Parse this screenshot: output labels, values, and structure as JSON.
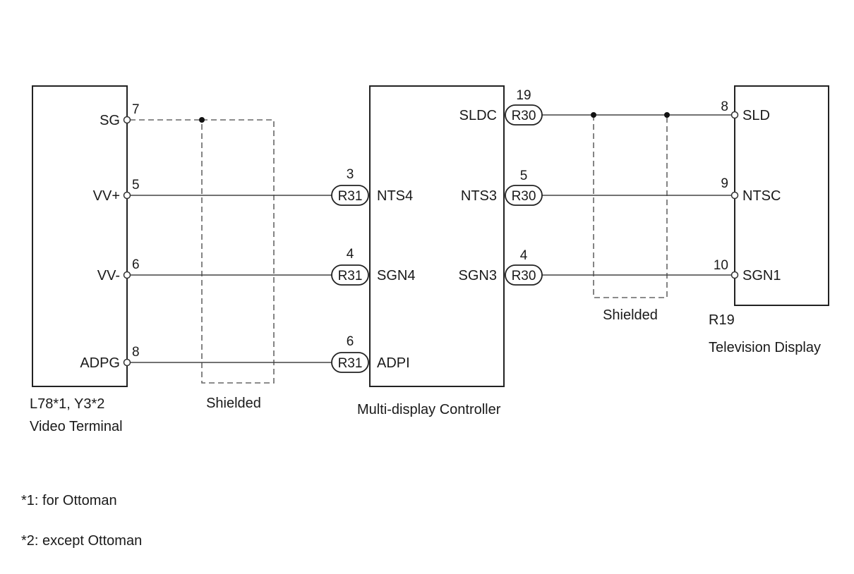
{
  "video_terminal": {
    "id_line": "L78*1, Y3*2",
    "name": "Video Terminal",
    "pins": [
      {
        "label": "SG",
        "num": "7"
      },
      {
        "label": "VV+",
        "num": "5"
      },
      {
        "label": "VV-",
        "num": "6"
      },
      {
        "label": "ADPG",
        "num": "8"
      }
    ]
  },
  "controller": {
    "name": "Multi-display Controller",
    "left_pins": [
      {
        "label": "NTS4",
        "num": "3",
        "conn": "R31"
      },
      {
        "label": "SGN4",
        "num": "4",
        "conn": "R31"
      },
      {
        "label": "ADPI",
        "num": "6",
        "conn": "R31"
      }
    ],
    "right_pins": [
      {
        "label": "SLDC",
        "num": "19",
        "conn": "R30"
      },
      {
        "label": "NTS3",
        "num": "5",
        "conn": "R30"
      },
      {
        "label": "SGN3",
        "num": "4",
        "conn": "R30"
      }
    ]
  },
  "television": {
    "id": "R19",
    "name": "Television Display",
    "pins": [
      {
        "label": "SLD",
        "num": "8"
      },
      {
        "label": "NTSC",
        "num": "9"
      },
      {
        "label": "SGN1",
        "num": "10"
      }
    ]
  },
  "shield_labels": [
    "Shielded",
    "Shielded"
  ],
  "notes": [
    "*1: for Ottoman",
    "*2: except Ottoman"
  ]
}
